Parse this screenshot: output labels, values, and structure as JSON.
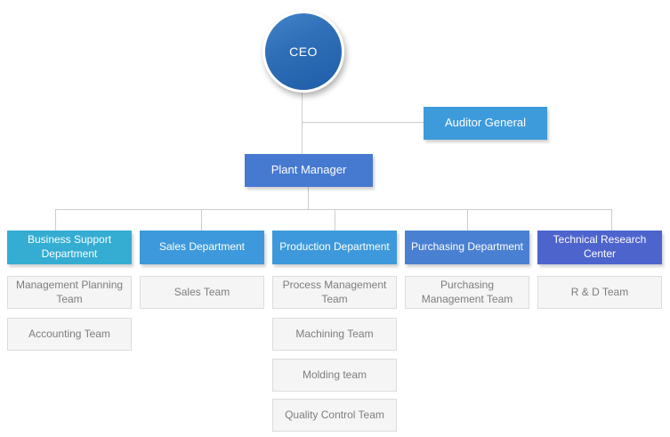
{
  "org": {
    "ceo": {
      "label": "CEO",
      "color_top": "#4384c8",
      "color_bottom": "#2160aa"
    },
    "auditor": {
      "label": "Auditor General",
      "color": "#3e9bdb"
    },
    "plant_manager": {
      "label": "Plant Manager",
      "color": "#4679d0"
    },
    "departments": [
      {
        "label": "Business Support Department",
        "color": "#35add3",
        "teams": [
          "Management Planning Team",
          "Accounting Team"
        ]
      },
      {
        "label": "Sales Department",
        "color": "#3d99db",
        "teams": [
          "Sales Team"
        ]
      },
      {
        "label": "Production Department",
        "color": "#3d99db",
        "teams": [
          "Process Management Team",
          "Machining Team",
          "Molding team",
          "Quality Control Team"
        ]
      },
      {
        "label": "Purchasing Department",
        "color": "#4a80d2",
        "teams": [
          "Purchasing Management Team"
        ]
      },
      {
        "label": "Technical Research Center",
        "color": "#4d64cd",
        "teams": [
          "R & D Team"
        ]
      }
    ],
    "connector_color": "#cccccc",
    "team_box": {
      "background": "#f5f5f5",
      "border": "#dcdcdc",
      "text": "#7d7d7d"
    }
  }
}
